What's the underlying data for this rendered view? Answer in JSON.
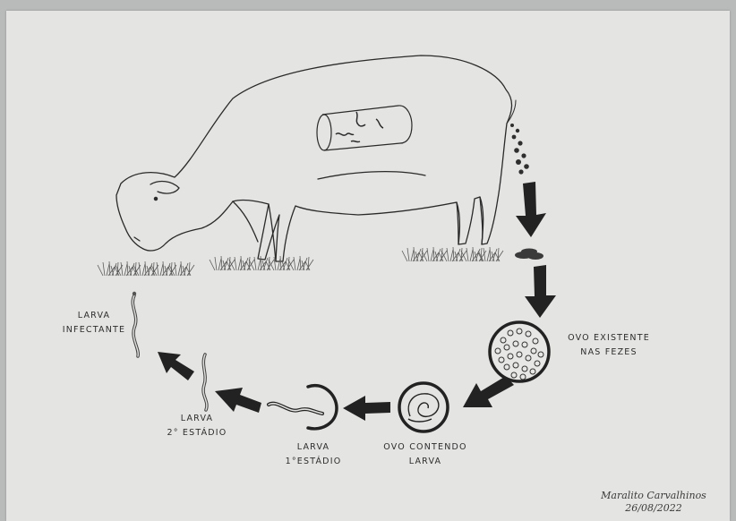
{
  "labels": {
    "larva_infectante": [
      "LARVA",
      "INFECTANTE"
    ],
    "ovo_existente": [
      "OVO EXISTENTE",
      "NAS FEZES"
    ],
    "ovo_contendo": [
      "OVO CONTENDO",
      "LARVA"
    ],
    "larva_1": [
      "LARVA",
      "1°ESTÁDIO"
    ],
    "larva_2": [
      "LARVA",
      "2° ESTÁDIO"
    ]
  },
  "signature": {
    "name": "Maralito Carvalhinos",
    "date": "26/08/2022"
  },
  "colors": {
    "paper": "#e4e5e2",
    "ink": "#2a2a2a",
    "arrow": "#222222",
    "grass": "#5a5a5a"
  }
}
